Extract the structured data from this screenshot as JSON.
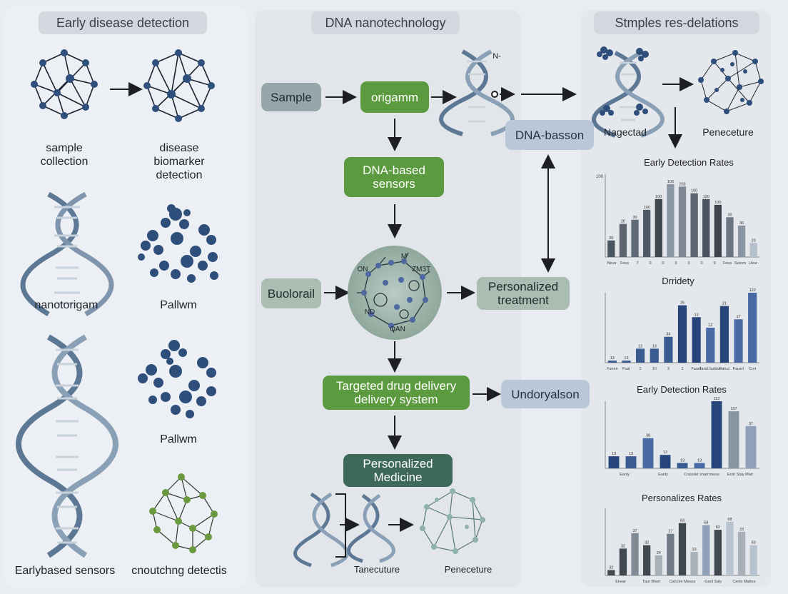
{
  "headers": {
    "left": "Early disease detection",
    "mid": "DNA nanotechnology",
    "right": "Stmples res-delations"
  },
  "left": {
    "sample_collection": "sample\ncollection",
    "disease_biomarker": "disease\nbiomarker\ndetection",
    "nanotorigam": "nanotorigam",
    "pallwm_1": "Pallwm",
    "pallwm_2": "Pallwm",
    "earlybased_sensors": "Earlybased sensors",
    "cnoutching": "cnoutchng detectis"
  },
  "mid": {
    "sample": "Sample",
    "origamm": "origamm",
    "dna_sign": "N-",
    "dna_based_sensors": "DNA-based\nsensors",
    "buolorail": "Buolorail",
    "ring_top": "M",
    "ring_topright": "ZM3T",
    "ring_left": "ON",
    "ring_leftlow": "ND",
    "ring_bottom": "OAN",
    "personalized_treatment": "Personalized\ntreatment",
    "targeted_drug": "Targeted drug delivery\ndelivery system",
    "personalized_medicine": "Personalized\nMedicine",
    "tanecuture": "Tanecuture",
    "peneceture_mid": "Peneceture",
    "dna_basson": "DNA-basson",
    "undoryalson": "Undoryalson"
  },
  "right": {
    "nagectad": "Nagectad",
    "peneceture": "Peneceture"
  },
  "chart_data": [
    {
      "type": "bar",
      "title": "Early Detection Rates",
      "ylim": [
        0,
        100
      ],
      "ytick_labels": [
        "100"
      ],
      "categories": [
        "Neus",
        "Feus",
        "7",
        "0",
        "0",
        "0",
        "0",
        "0",
        "9",
        "Feus",
        "Seeen",
        "Ueur"
      ],
      "values": [
        20,
        40,
        45,
        57,
        70,
        88,
        85,
        77,
        70,
        63,
        48,
        38,
        17
      ],
      "labels": [
        "20",
        "20",
        "30",
        "100",
        "100",
        "103",
        "203",
        "100",
        "120",
        "100",
        "30",
        "30",
        "20"
      ],
      "colors": [
        "#4c5562",
        "#5c6470",
        "#5e6a78",
        "#4f5a66",
        "#3f4750",
        "#8c97a4",
        "#7f8995",
        "#5b6570",
        "#4a525d",
        "#3e454e",
        "#6c7683",
        "#8a95a2",
        "#b6c0cc"
      ]
    },
    {
      "type": "bar",
      "title": "Drridety",
      "ylim": [
        0,
        100
      ],
      "categories": [
        "Fumm",
        "Fual",
        "2",
        "10",
        "3",
        "1",
        "Fauer",
        "Tarsll faddon",
        "Fanul",
        "Fauerl",
        "Curr"
      ],
      "values": [
        3,
        3,
        20,
        20,
        37,
        82,
        65,
        50,
        81,
        62,
        100
      ],
      "labels": [
        "13",
        "13",
        "12",
        "13",
        "34",
        "26",
        "13",
        "12",
        "21",
        "17",
        "122"
      ],
      "colors": [
        "#3a5b8f",
        "#3a5b8f",
        "#3a5b8f",
        "#3a5b8f",
        "#3a5b8f",
        "#27457a",
        "#27457a",
        "#4a6aa6",
        "#27457a",
        "#4a6aa6",
        "#4a6aa6"
      ]
    },
    {
      "type": "bar",
      "title": "Early Detection Rates",
      "ylim": [
        0,
        100
      ],
      "categories": [
        "Eanly",
        "Eanly",
        "Crassler sharrrmess",
        "Ersh Stay Matr"
      ],
      "values": [
        18,
        18,
        45,
        20,
        8,
        8,
        100,
        85,
        63
      ],
      "labels": [
        "13",
        "13",
        "38",
        "13",
        "13",
        "13",
        "112",
        "107",
        "37"
      ],
      "colors": [
        "#27457a",
        "#3a5b8f",
        "#4a6aa6",
        "#27457a",
        "#3a5b8f",
        "#4a6aa6",
        "#27457a",
        "#8a95a2",
        "#8fa0b8"
      ]
    },
    {
      "type": "bar",
      "title": "Personalizes Rates",
      "ylim": [
        0,
        100
      ],
      "categories": [
        "Enear",
        "Taur Bhert",
        "Cancen Meass",
        "Ganl Saly",
        "Cenls Mattes"
      ],
      "values": [
        8,
        40,
        63,
        45,
        30,
        62,
        78,
        35,
        75,
        68,
        80,
        65,
        45
      ],
      "labels": [
        "32",
        "32",
        "37",
        "32",
        "24",
        "27",
        "63",
        "33",
        "58",
        "82",
        "68",
        "33",
        "50"
      ],
      "colors": [
        "#404850",
        "#404850",
        "#808b96",
        "#404850",
        "#a8b1ba",
        "#6f7a86",
        "#404850",
        "#a8b1ba",
        "#8fa0b8",
        "#404850",
        "#b8c3d0",
        "#a8b1ba",
        "#b8c3d0"
      ]
    }
  ]
}
